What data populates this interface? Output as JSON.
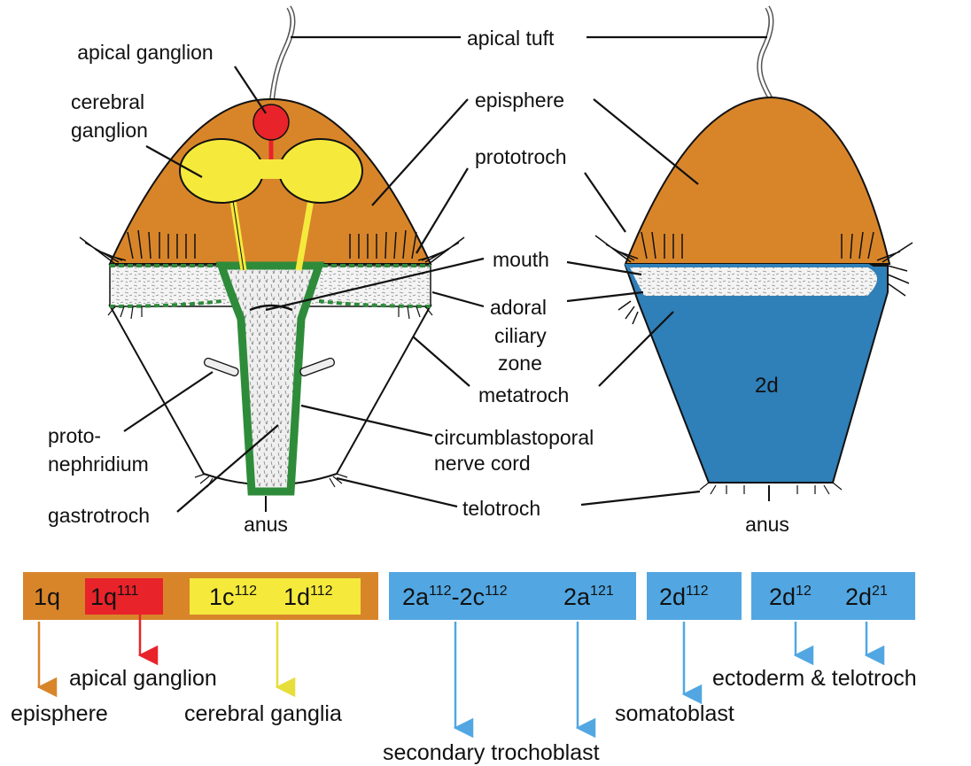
{
  "colors": {
    "episphere": "#d8852a",
    "apical": "#e8232a",
    "cerebral": "#f5ea3c",
    "cord": "#2e8b3a",
    "blue_hypo": "#2f7fb8",
    "blue_bar": "#52a7e2",
    "bar_orange": "#d8852a"
  },
  "labels": {
    "apical_tuft": "apical tuft",
    "apical_ganglion": "apical ganglion",
    "cerebral_line1": "cerebral",
    "cerebral_line2": "ganglion",
    "episphere": "episphere",
    "prototroch": "prototroch",
    "mouth": "mouth",
    "adoral_line1": "adoral",
    "adoral_line2": "ciliary",
    "adoral_line3": "zone",
    "metatroch": "metatroch",
    "cord_line1": "circumblastoporal",
    "cord_line2": "nerve cord",
    "proto_line1": "proto-",
    "proto_line2": "nephridium",
    "gastrotroch": "gastrotroch",
    "telotroch": "telotroch",
    "anus_left": "anus",
    "anus_right": "anus",
    "cell_2d": "2d"
  },
  "bars": {
    "b1_1q": "1q",
    "b1_1q111_base": "1q",
    "b1_1q111_sup": "111",
    "b1_1c_base": "1c",
    "b1_1c_sup": "112",
    "b1_1d_base": "1d",
    "b1_1d_sup": "112",
    "b2_2a_base": "2a",
    "b2_2a_sup": "112",
    "b2_2c_base": "-2c",
    "b2_2c_sup": "112",
    "b2_2a121_base": "2a",
    "b2_2a121_sup": "121",
    "b3_2d_base": "2d",
    "b3_2d_sup": "112",
    "b4_2d12_base": "2d",
    "b4_2d12_sup": "12",
    "b4_2d21_base": "2d",
    "b4_2d21_sup": "21"
  },
  "fates": {
    "episphere": "episphere",
    "apical_ganglion": "apical ganglion",
    "cerebral_ganglia": "cerebral ganglia",
    "secondary_trochoblast": "secondary trochoblast",
    "somatoblast": "somatoblast",
    "ectoderm_telotroch": "ectoderm & telotroch"
  }
}
